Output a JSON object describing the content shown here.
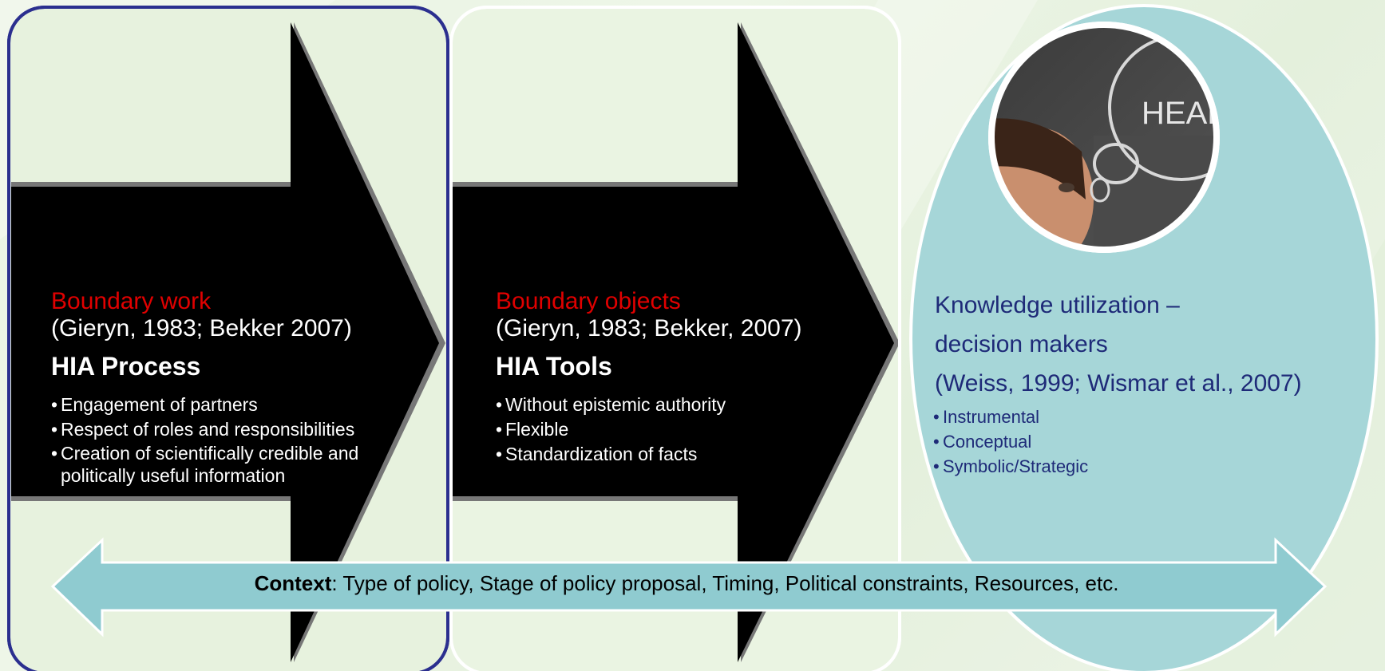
{
  "panels": [
    {
      "heading": "Boundary work",
      "citation": " (Gieryn, 1983; Bekker 2007)",
      "title": "HIA Process",
      "bullets": [
        "Engagement of partners",
        "Respect of roles and responsibilities",
        "Creation of scientifically credible and politically useful information"
      ]
    },
    {
      "heading": "Boundary objects",
      "citation": "(Gieryn, 1983; Bekker, 2007)",
      "title": "HIA Tools",
      "bullets": [
        "Without epistemic authority",
        "Flexible",
        "Standardization of facts"
      ]
    }
  ],
  "knowledge": {
    "line1": "Knowledge utilization –",
    "line2": "decision makers",
    "line3": "(Weiss, 1999; Wismar et al., 2007)",
    "bullets": [
      "Instrumental",
      "Conceptual",
      "Symbolic/Strategic"
    ],
    "image_text": "HEALTH"
  },
  "context": {
    "label": "Context",
    "text": ": Type of policy, Stage of policy proposal,  Timing, Political constraints, Resources, etc."
  },
  "colors": {
    "heading_red": "#e00000",
    "navy_text": "#1e2a78",
    "ellipse_fill": "#a6d6d8",
    "arrow_fill": "#8fcbd0",
    "panel_border_left": "#2b2f8f"
  }
}
